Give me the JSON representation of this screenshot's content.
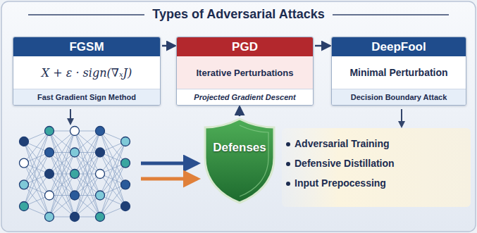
{
  "diagram": {
    "title": "Types of Adversarial Attacks",
    "nodes": [
      {
        "text": [
          "FGSM",
          "X + ε · sign(∇ₓJ)",
          "Fast Gradient Sign Method"
        ]
      },
      {
        "text": [
          "PGD",
          "Iterative Perturbations",
          "Projected Gradient Descent"
        ]
      },
      {
        "text": [
          "DeepFool",
          "Minimal Perturbation",
          "Decision Boundary Attack"
        ]
      },
      {
        "text": [
          "Defenses"
        ]
      }
    ],
    "edges": [
      {
        "from": 0,
        "to": 1,
        "arrow": "to"
      },
      {
        "from": 1,
        "to": 2,
        "arrow": "to"
      },
      {
        "from": 3,
        "to": 1,
        "arrow": "to"
      }
    ],
    "labels": [
      "Adversarial Training",
      "Defensive Distillation",
      "Input Prepocessing"
    ]
  }
}
